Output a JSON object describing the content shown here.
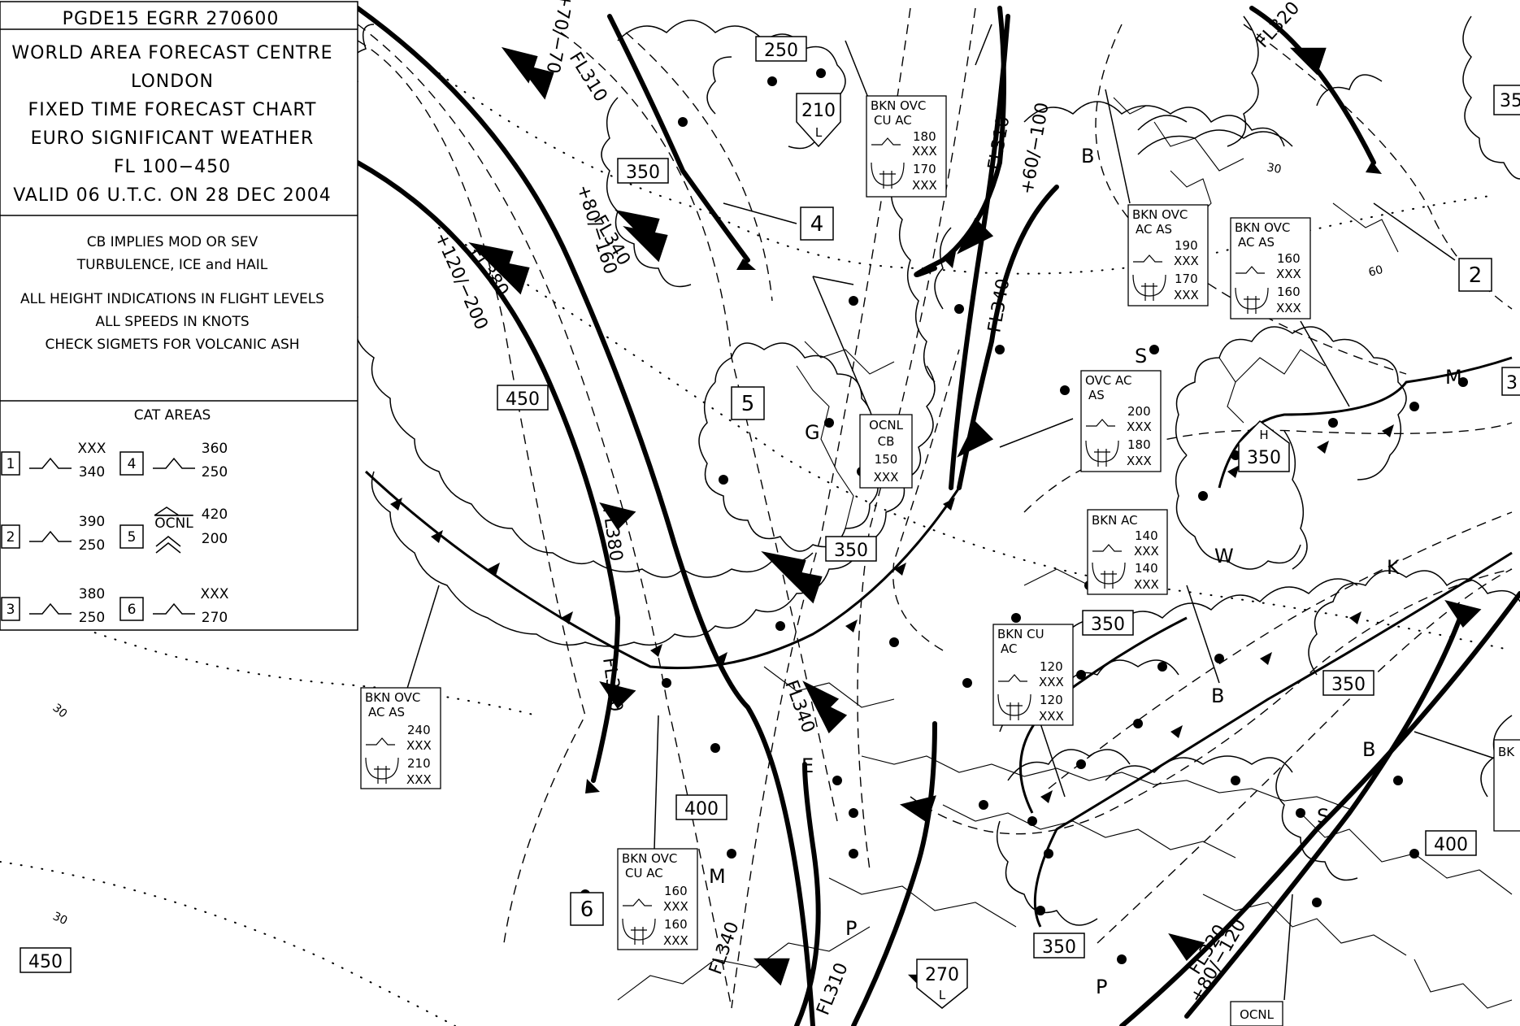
{
  "header": {
    "code": "PGDE15 EGRR 270600",
    "title_lines": [
      "WORLD AREA FORECAST CENTRE",
      "LONDON",
      "FIXED TIME FORECAST CHART",
      "EURO SIGNIFICANT WEATHER",
      "FL 100−450",
      "VALID 06 U.T.C. ON 28 DEC 2004"
    ]
  },
  "notes": [
    "CB IMPLIES MOD OR SEV",
    "TURBULENCE, ICE and HAIL",
    "ALL HEIGHT INDICATIONS IN FLIGHT LEVELS",
    "ALL SPEEDS IN KNOTS",
    "CHECK SIGMETS FOR VOLCANIC ASH"
  ],
  "cat_areas": {
    "title": "CAT AREAS",
    "entries": [
      {
        "id": "1",
        "top": "XXX",
        "bottom": "340"
      },
      {
        "id": "4",
        "top": "360",
        "bottom": "250"
      },
      {
        "id": "2",
        "top": "390",
        "bottom": "250"
      },
      {
        "id": "5",
        "top": "420",
        "bottom": "200",
        "ocnl": "OCNL"
      },
      {
        "id": "3",
        "top": "380",
        "bottom": "250"
      },
      {
        "id": "6",
        "top": "XXX",
        "bottom": "270"
      }
    ]
  },
  "tropopause_boxes": [
    "250",
    "350",
    "450",
    "350",
    "350",
    "350",
    "400",
    "400",
    "350",
    "450"
  ],
  "pressure_centres": [
    {
      "label": "210",
      "type": "L"
    },
    {
      "label": "350",
      "type": "H"
    },
    {
      "label": "270",
      "type": "L"
    }
  ],
  "cat_markers": [
    "4",
    "5",
    "2",
    "6"
  ],
  "cloud_boxes": [
    {
      "lines": [
        "BKN  OVC",
        "CU    AC",
        "180",
        "XXX",
        "170",
        "XXX"
      ]
    },
    {
      "lines": [
        "BKN  OVC",
        "AC    AS",
        "190",
        "XXX",
        "170",
        "XXX"
      ]
    },
    {
      "lines": [
        "BKN  OVC",
        "AC    AS",
        "160",
        "XXX",
        "160",
        "XXX"
      ]
    },
    {
      "lines": [
        "OVC   AC",
        "AS",
        "200",
        "XXX",
        "180",
        "XXX"
      ]
    },
    {
      "lines": [
        "OCNL",
        "CB",
        "150",
        "XXX"
      ]
    },
    {
      "lines": [
        "BKN   AC",
        "140",
        "XXX",
        "140",
        "XXX"
      ]
    },
    {
      "lines": [
        "BKN   CU",
        "AC",
        "120",
        "XXX",
        "120",
        "XXX"
      ]
    },
    {
      "lines": [
        "BKN  OVC",
        "AC    AS",
        "240",
        "XXX",
        "210",
        "XXX"
      ]
    },
    {
      "lines": [
        "BKN  OVC",
        "CU    AC",
        "160",
        "XXX",
        "160",
        "XXX"
      ]
    },
    {
      "lines": [
        "OCNL"
      ]
    },
    {
      "lines": [
        "BK"
      ]
    }
  ],
  "jet_labels": [
    "FL310",
    "+70/−70",
    "FL340",
    "+80/−160",
    "FL380",
    "+120/−200",
    "FL380",
    "FL380",
    "FL340",
    "FL310",
    "+60/−100",
    "FL340",
    "FL320",
    "FL340",
    "FL310",
    "FL320",
    "+80/−120"
  ],
  "marker_partial": [
    "35",
    "3"
  ],
  "isotach_labels": [
    "30",
    "30",
    "30",
    "60"
  ],
  "letters": [
    "B",
    "S",
    "M",
    "W",
    "K",
    "B",
    "S",
    "E",
    "P",
    "M",
    "B",
    "P",
    "G"
  ]
}
